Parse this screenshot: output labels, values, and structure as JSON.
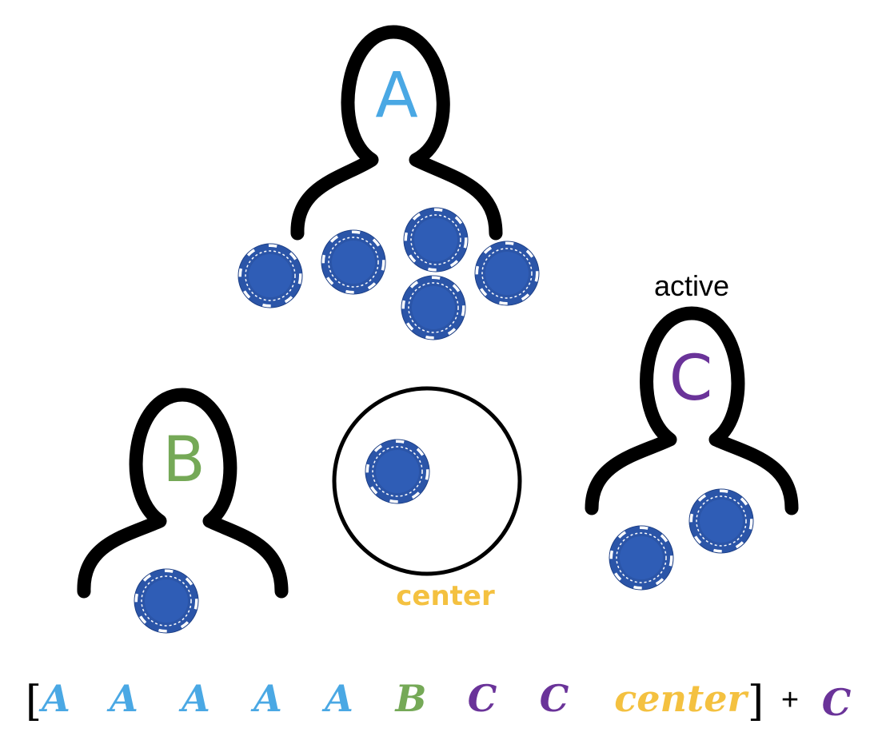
{
  "colors": {
    "A": "#4aa8e4",
    "B": "#75a957",
    "C": "#6a3399",
    "center": "#f4c140",
    "outline": "#000000",
    "chip": "#2b55a8"
  },
  "players": {
    "A": {
      "label": "A",
      "chips": 5
    },
    "B": {
      "label": "B",
      "chips": 1
    },
    "C": {
      "label": "C",
      "chips": 2,
      "tag": "active"
    }
  },
  "center": {
    "label": "center",
    "chips": 1
  },
  "sequence": {
    "open": "[",
    "items": [
      "A",
      "A",
      "A",
      "A",
      "A",
      "B",
      "C",
      "C",
      "center"
    ],
    "close": "]",
    "plus": "+",
    "extra": "C"
  }
}
